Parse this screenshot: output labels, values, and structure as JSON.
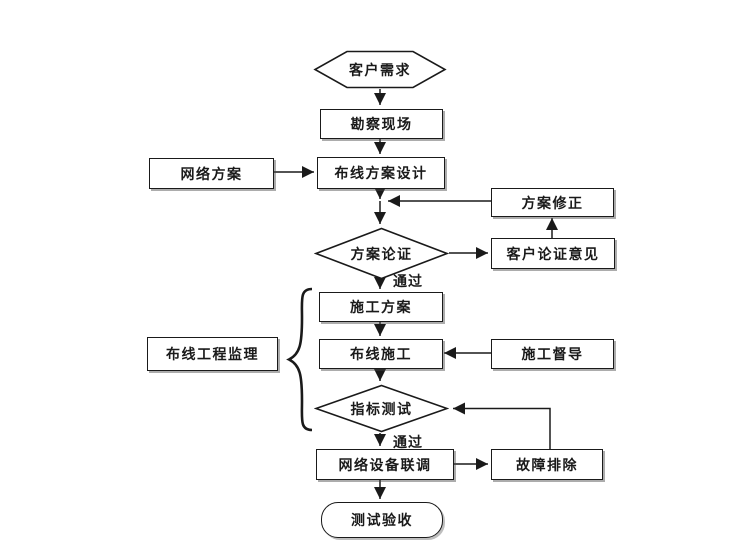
{
  "colors": {
    "line": "#1a1a1a",
    "box_fill": "#ffffff",
    "background": "#ffffff"
  },
  "nodes": {
    "customer_demand": {
      "label": "客户需求",
      "shape": "hexagon"
    },
    "site_survey": {
      "label": "勘察现场",
      "shape": "rect"
    },
    "network_plan": {
      "label": "网络方案",
      "shape": "rect"
    },
    "cabling_design": {
      "label": "布线方案设计",
      "shape": "rect"
    },
    "plan_revision": {
      "label": "方案修正",
      "shape": "rect"
    },
    "plan_review": {
      "label": "方案论证",
      "shape": "diamond"
    },
    "customer_review_opinion": {
      "label": "客户论证意见",
      "shape": "rect"
    },
    "construction_plan": {
      "label": "施工方案",
      "shape": "rect"
    },
    "project_supervision": {
      "label": "布线工程监理",
      "shape": "rect"
    },
    "cabling_construction": {
      "label": "布线施工",
      "shape": "rect"
    },
    "construction_supervision": {
      "label": "施工督导",
      "shape": "rect"
    },
    "index_test": {
      "label": "指标测试",
      "shape": "diamond"
    },
    "equipment_joint_debug": {
      "label": "网络设备联调",
      "shape": "rect"
    },
    "troubleshooting": {
      "label": "故障排除",
      "shape": "rect"
    },
    "test_acceptance": {
      "label": "测试验收",
      "shape": "terminator"
    }
  },
  "edge_labels": {
    "pass_after_plan_review": "通过",
    "pass_after_index_test": "通过"
  }
}
